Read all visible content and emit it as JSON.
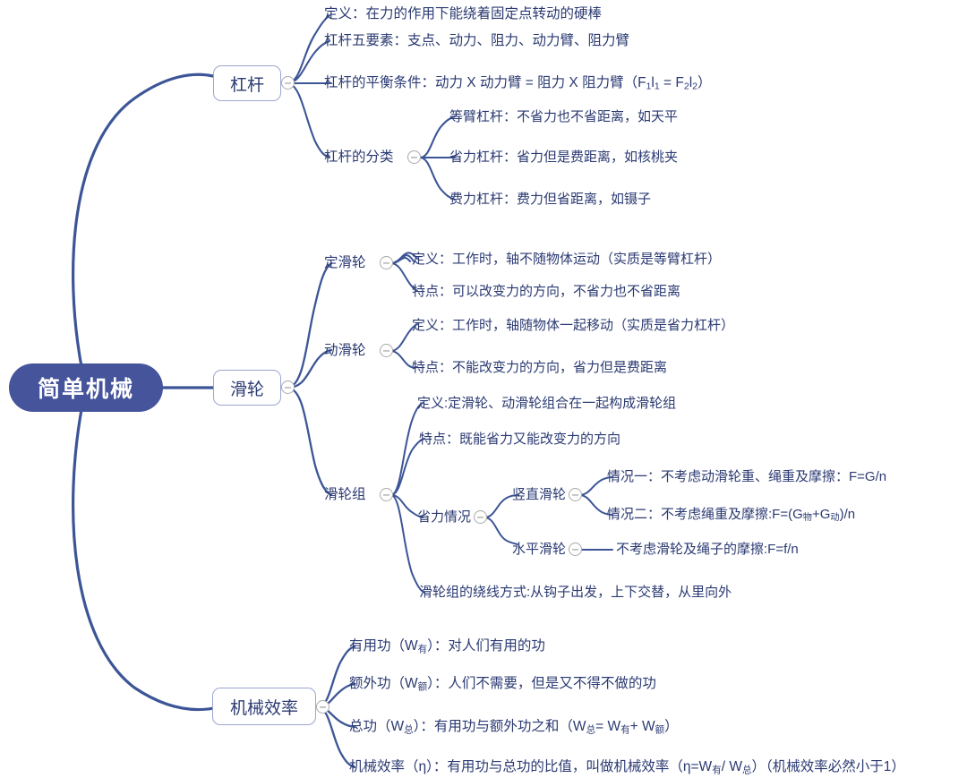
{
  "title": "简单机械 思维导图",
  "colors": {
    "root_fill": "#45549B",
    "root_text": "#FFFFFF",
    "branch_border": "#9AA6CF",
    "text": "#2B3A72",
    "wire": "#3C5596",
    "toggle_border": "#A9A9A9"
  },
  "root": {
    "label": "简单机械"
  },
  "branches": [
    {
      "label": "杠杆",
      "children": [
        {
          "label": "定义：在力的作用下能绕着固定点转动的硬棒"
        },
        {
          "label": "杠杆五要素：支点、动力、阻力、动力臂、阻力臂"
        },
        {
          "label": "杠杆的平衡条件：动力 X 动力臂 = 阻力 X 阻力臂（F1l1 = F2l2）"
        },
        {
          "label": "杠杆的分类",
          "children": [
            {
              "label": "等臂杠杆：不省力也不省距离，如天平"
            },
            {
              "label": "省力杠杆：省力但是费距离，如核桃夹"
            },
            {
              "label": "费力杠杆：费力但省距离，如镊子"
            }
          ]
        }
      ]
    },
    {
      "label": "滑轮",
      "children": [
        {
          "label": "定滑轮",
          "children": [
            {
              "label": "定义：工作时，轴不随物体运动（实质是等臂杠杆）"
            },
            {
              "label": "特点：可以改变力的方向，不省力也不省距离"
            }
          ]
        },
        {
          "label": "动滑轮",
          "children": [
            {
              "label": "定义：工作时，轴随物体一起移动（实质是省力杠杆）"
            },
            {
              "label": "特点：不能改变力的方向，省力但是费距离"
            }
          ]
        },
        {
          "label": "滑轮组",
          "children": [
            {
              "label": "定义:定滑轮、动滑轮组合在一起构成滑轮组"
            },
            {
              "label": "特点：既能省力又能改变力的方向"
            },
            {
              "label": "省力情况",
              "children": [
                {
                  "label": "竖直滑轮",
                  "children": [
                    {
                      "label": "情况一：不考虑动滑轮重、绳重及摩擦：F=G/n"
                    },
                    {
                      "label": "情况二：不考虑绳重及摩擦:F=(G物+G动)/n"
                    }
                  ]
                },
                {
                  "label": "水平滑轮",
                  "children": [
                    {
                      "label": "不考虑滑轮及绳子的摩擦:F=f/n"
                    }
                  ]
                }
              ]
            },
            {
              "label": "滑轮组的绕线方式:从钩子出发，上下交替，从里向外"
            }
          ]
        }
      ]
    },
    {
      "label": "机械效率",
      "children": [
        {
          "label": "有用功（W有）：对人们有用的功"
        },
        {
          "label": "额外功（W额）：人们不需要，但是又不得不做的功"
        },
        {
          "label": "总功（W总）：有用功与额外功之和（W总= W有+ W额）"
        },
        {
          "label": "机械效率（η）：有用功与总功的比值，叫做机械效率（η=W有/ W总）（机械效率必然小于1）"
        }
      ]
    }
  ]
}
